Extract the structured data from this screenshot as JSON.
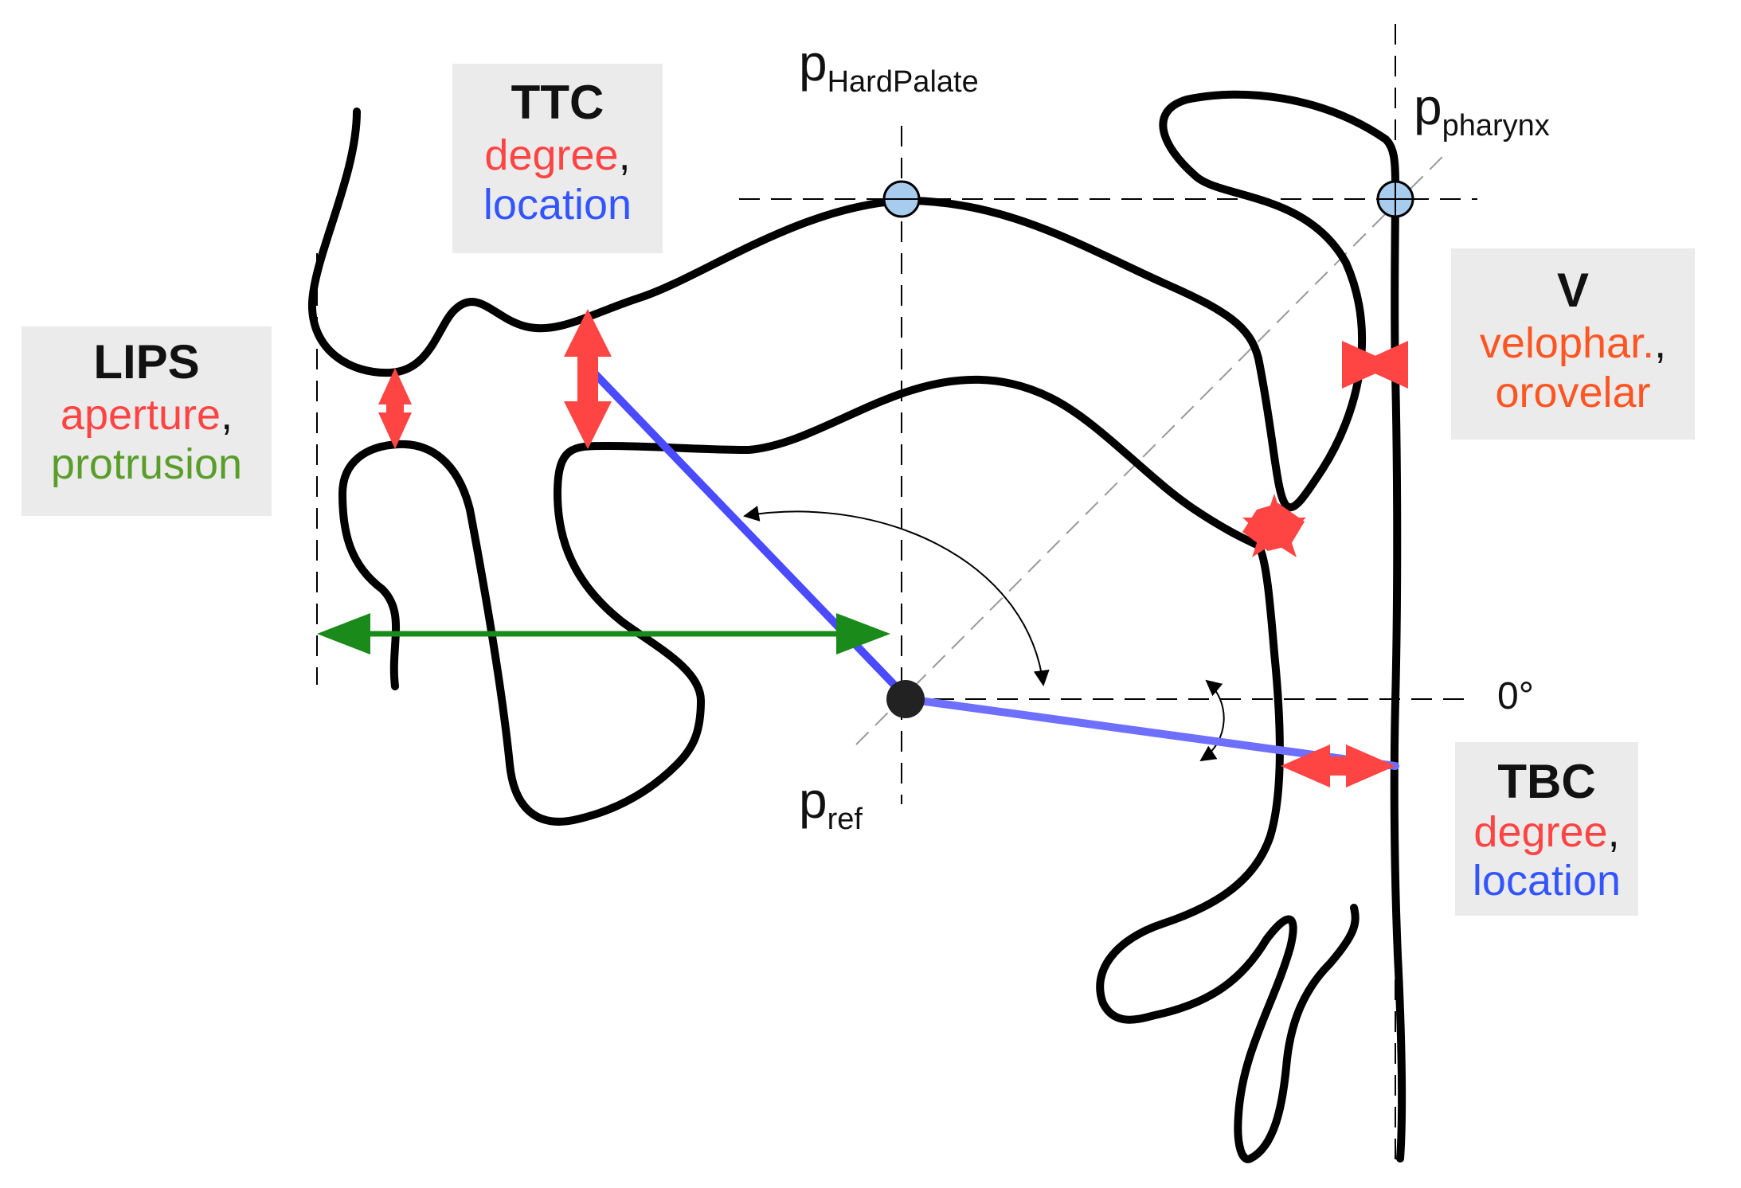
{
  "labels": {
    "lips": {
      "title": "LIPS",
      "line1": "aperture",
      "line1_sep": ",",
      "line2": "protrusion"
    },
    "ttc": {
      "title": "TTC",
      "line1": "degree",
      "line1_sep": ",",
      "line2": "location"
    },
    "v": {
      "title": "V",
      "line1": "velophar.",
      "line1_sep": ",",
      "line2": "orovelar"
    },
    "tbc": {
      "title": "TBC",
      "line1": "degree",
      "line1_sep": ",",
      "line2": "location"
    }
  },
  "points": {
    "hard_palate": {
      "p": "p",
      "sub": "HardPalate"
    },
    "pharynx": {
      "p": "p",
      "sub": "pharynx"
    },
    "ref": {
      "p": "p",
      "sub": "ref"
    }
  },
  "angle_zero": "0°",
  "colors": {
    "contour": "#000000",
    "degree": "#ff4444",
    "location": "#3355ff",
    "protrusion": "#1a8a1a",
    "protrusion_text": "#5a9e2a",
    "v_text": "#ff5522",
    "point_fill": "#a8ccee",
    "label_bg": "#ebebeb"
  }
}
